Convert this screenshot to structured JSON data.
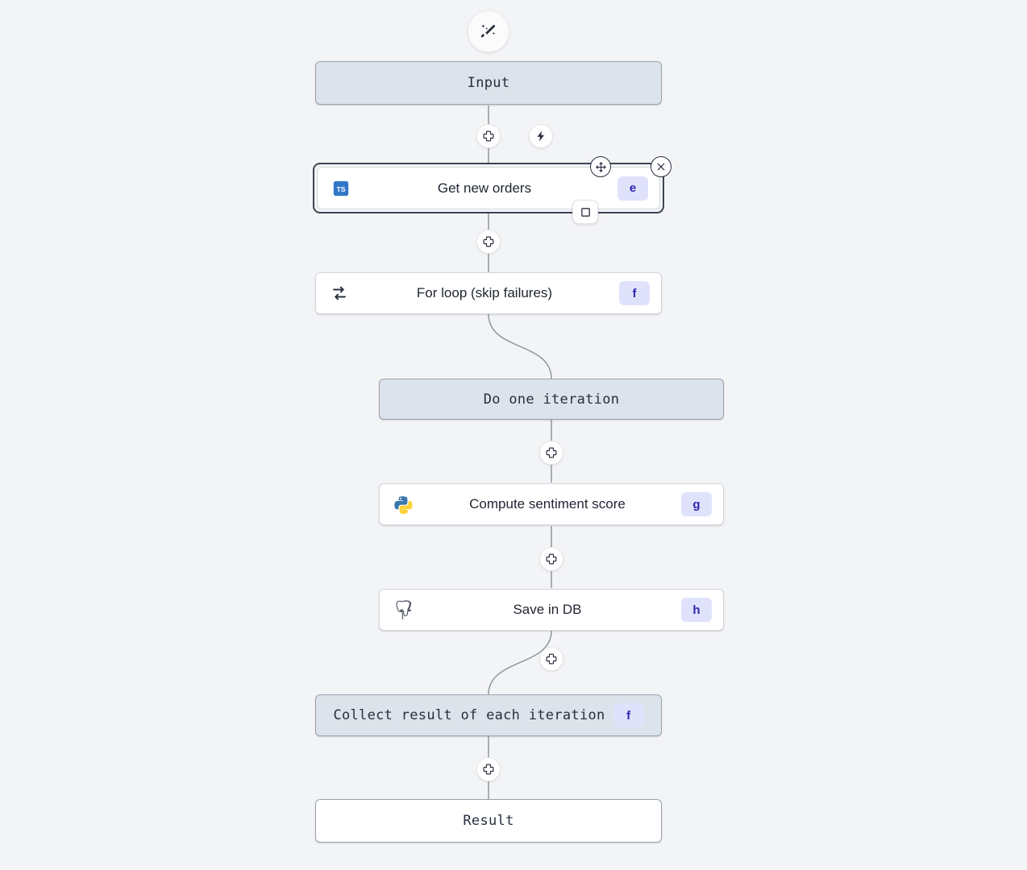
{
  "canvas": {
    "background_color": "#f3f4f6",
    "accent_badge_bg": "#e0e2fb",
    "accent_badge_fg": "#2e27b0",
    "virtual_node_bg": "#dde3ea",
    "edge_color": "#8a8f98",
    "selection_color": "#3d4352"
  },
  "toolbar": {
    "ai_assist_label": "ai-assist",
    "trigger_label": "trigger"
  },
  "flow": {
    "nodes": [
      {
        "id": "input",
        "label": "Input",
        "kind": "virtual",
        "icon": "none",
        "badge": ""
      },
      {
        "id": "a",
        "label": "Get new orders",
        "kind": "step",
        "icon": "typescript",
        "badge": "e",
        "selected": true
      },
      {
        "id": "forloop",
        "label": "For loop (skip failures)",
        "kind": "step",
        "icon": "loop",
        "badge": "f"
      },
      {
        "id": "iter",
        "label": "Do one iteration",
        "kind": "virtual",
        "icon": "none",
        "badge": ""
      },
      {
        "id": "g",
        "label": "Compute sentiment score",
        "kind": "step",
        "icon": "python",
        "badge": "g"
      },
      {
        "id": "h",
        "label": "Save in DB",
        "kind": "step",
        "icon": "postgresql",
        "badge": "h"
      },
      {
        "id": "collect",
        "label": "Collect result of each iteration",
        "kind": "virtual",
        "icon": "none",
        "badge": "f"
      },
      {
        "id": "result",
        "label": "Result",
        "kind": "plain",
        "icon": "none",
        "badge": ""
      }
    ],
    "add_buttons": [
      {
        "id": "add-1",
        "label": "+"
      },
      {
        "id": "add-2",
        "label": "+"
      },
      {
        "id": "add-3",
        "label": "+"
      },
      {
        "id": "add-4",
        "label": "+"
      },
      {
        "id": "add-5",
        "label": "+"
      },
      {
        "id": "add-6",
        "label": "+"
      }
    ],
    "selection_handles": {
      "move_label": "move",
      "close_label": "close",
      "expand_label": "expand"
    }
  }
}
